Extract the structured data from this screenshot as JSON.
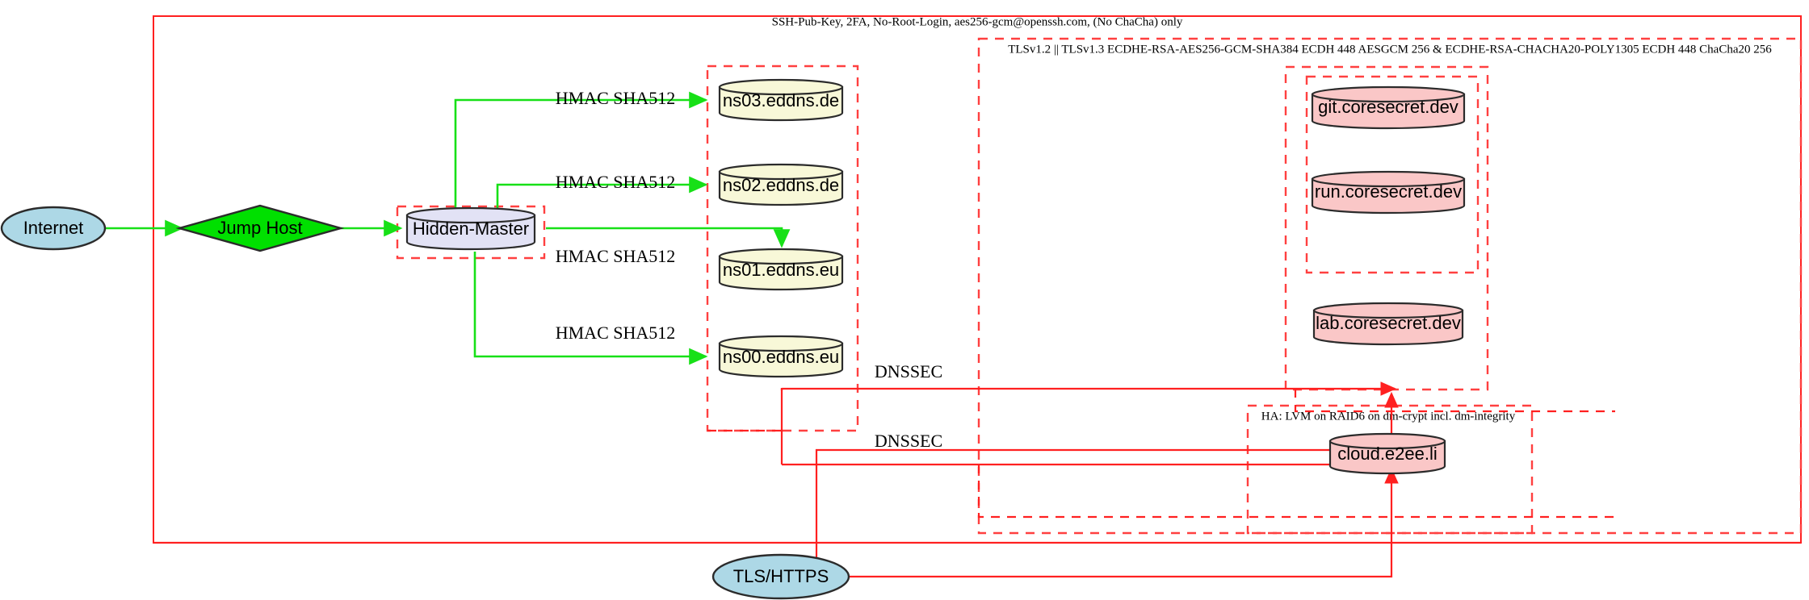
{
  "diagram": {
    "title_label": "SSH-Pub-Key, 2FA, No-Root-Login, aes256-gcm@openssh.com, (No ChaCha) only",
    "clusters": [
      {
        "id": "ssh_outer",
        "label": "SSH-Pub-Key, 2FA, No-Root-Login, aes256-gcm@openssh.com, (No ChaCha) only"
      },
      {
        "id": "tls_outer",
        "label": "TLSv1.2 || TLSv1.3 ECDHE-RSA-AES256-GCM-SHA384 ECDH 448 AESGCM 256 & ECDHE-RSA-CHACHA20-POLY1305 ECDH 448 ChaCha20 256"
      },
      {
        "id": "ha_cluster",
        "label": "HA: LVM on RAID6 on dm-crypt incl. dm-integrity"
      },
      {
        "id": "hidden_master_cluster",
        "label": ""
      },
      {
        "id": "ns_cluster",
        "label": ""
      },
      {
        "id": "coresecret_cluster",
        "label": ""
      }
    ],
    "nodes": [
      {
        "id": "internet",
        "label": "Internet",
        "shape": "ellipse",
        "fill": "#add8e6"
      },
      {
        "id": "jump_host",
        "label": "Jump Host",
        "shape": "diamond",
        "fill": "#00e000"
      },
      {
        "id": "hidden_master",
        "label": "Hidden-Master",
        "shape": "cylinder",
        "fill": "#e2e2f5"
      },
      {
        "id": "ns03",
        "label": "ns03.eddns.de",
        "shape": "cylinder",
        "fill": "#f8f8d8"
      },
      {
        "id": "ns02",
        "label": "ns02.eddns.de",
        "shape": "cylinder",
        "fill": "#f8f8d8"
      },
      {
        "id": "ns01",
        "label": "ns01.eddns.eu",
        "shape": "cylinder",
        "fill": "#f8f8d8"
      },
      {
        "id": "ns00",
        "label": "ns00.eddns.eu",
        "shape": "cylinder",
        "fill": "#f8f8d8"
      },
      {
        "id": "git",
        "label": "git.coresecret.dev",
        "shape": "cylinder",
        "fill": "#fac7c7"
      },
      {
        "id": "run",
        "label": "run.coresecret.dev",
        "shape": "cylinder",
        "fill": "#fac7c7"
      },
      {
        "id": "lab",
        "label": "lab.coresecret.dev",
        "shape": "cylinder",
        "fill": "#fac7c7"
      },
      {
        "id": "cloud",
        "label": "cloud.e2ee.li",
        "shape": "cylinder",
        "fill": "#fac7c7"
      },
      {
        "id": "tls_https",
        "label": "TLS/HTTPS",
        "shape": "ellipse",
        "fill": "#add8e6"
      }
    ],
    "edges": [
      {
        "id": "e_internet_jump",
        "from": "internet",
        "to": "jump_host",
        "label": "",
        "color": "#17e017"
      },
      {
        "id": "e_jump_hidden",
        "from": "jump_host",
        "to": "hidden_master",
        "label": "",
        "color": "#17e017"
      },
      {
        "id": "e_hm_ns03",
        "from": "hidden_master",
        "to": "ns03",
        "label": "HMAC SHA512",
        "color": "#17e017"
      },
      {
        "id": "e_hm_ns02",
        "from": "hidden_master",
        "to": "ns02",
        "label": "HMAC SHA512",
        "color": "#17e017"
      },
      {
        "id": "e_hm_ns01",
        "from": "hidden_master",
        "to": "ns01",
        "label": "HMAC SHA512",
        "color": "#17e017"
      },
      {
        "id": "e_hm_ns00",
        "from": "hidden_master",
        "to": "ns00",
        "label": "HMAC SHA512",
        "color": "#17e017"
      },
      {
        "id": "e_dnssec_upper",
        "from": "ns_cluster",
        "to": "coresecret",
        "label": "DNSSEC",
        "color": "#ff2020"
      },
      {
        "id": "e_dnssec_lower",
        "from": "ns_cluster",
        "to": "ha_cluster",
        "label": "DNSSEC",
        "color": "#ff2020"
      },
      {
        "id": "e_tls_upper",
        "from": "tls_https",
        "to": "coresecret",
        "label": "",
        "color": "#ff2020"
      },
      {
        "id": "e_tls_lower",
        "from": "tls_https",
        "to": "ha_cluster",
        "label": "",
        "color": "#ff2020"
      }
    ],
    "edge_labels": {
      "hmac": "HMAC SHA512",
      "dnssec": "DNSSEC"
    },
    "colors": {
      "green_edge": "#17e017",
      "red_edge": "#ff2020",
      "ellipse_fill": "#add8e6",
      "diamond_fill": "#00e000",
      "cylinder_lavender": "#e2e2f5",
      "cylinder_yellow": "#f8f8d8",
      "cylinder_pink": "#fac7c7",
      "outline": "#2b2b2b"
    }
  }
}
